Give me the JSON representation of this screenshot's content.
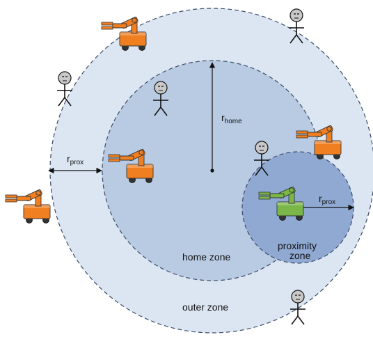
{
  "diagram": {
    "labels": {
      "outer_zone": "outer zone",
      "home_zone": "home zone",
      "proximity_zone_line1": "proximity",
      "proximity_zone_line2": "zone",
      "r": "r",
      "home_sub": "home",
      "prox_sub": "prox"
    },
    "colors": {
      "outer_fill": "#dbe6f2",
      "home_fill": "#b8cbe3",
      "proximity_fill": "#8fa9d2",
      "robot_orange": "#f07f22",
      "robot_green": "#7ab648",
      "zone_border": "#3d4a66"
    },
    "icons": [
      "robot-arm-icon",
      "person-icon"
    ]
  }
}
